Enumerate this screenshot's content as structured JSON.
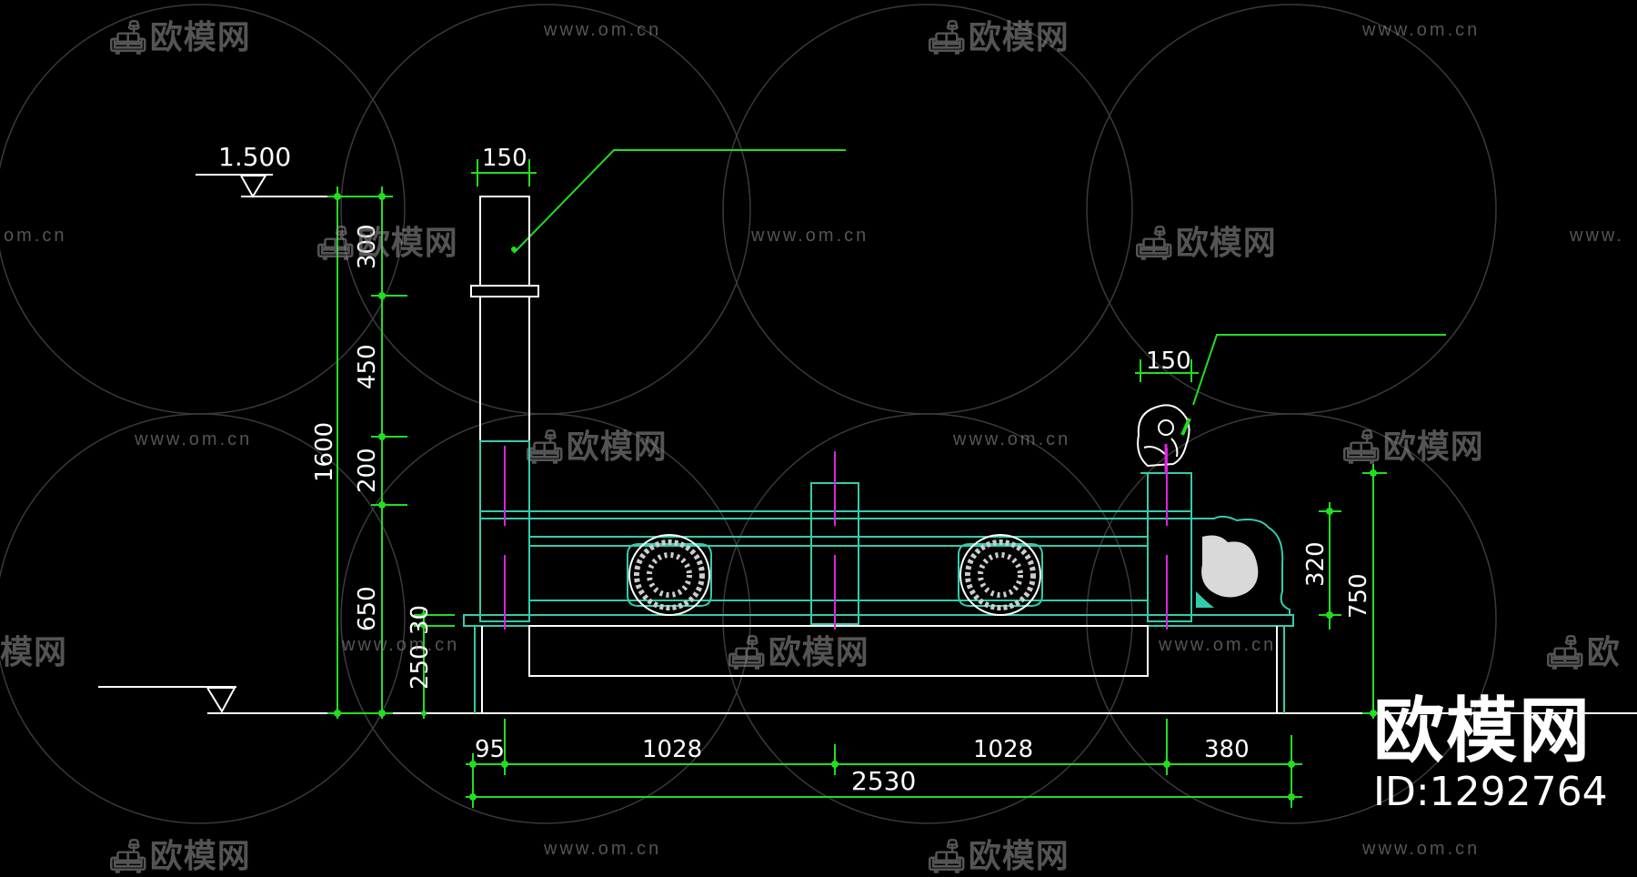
{
  "watermark": {
    "brand": "欧模网",
    "url": "www.om.cn",
    "url_left_cut": "om.cn",
    "url_right_cut": "www.",
    "brand_cut": "模网",
    "brand_right_cut": "欧"
  },
  "corner": {
    "brand": "欧模网",
    "id": "ID:1292764"
  },
  "drawing": {
    "level_mark": "1.500",
    "top_width": "150",
    "right_top_width": "150",
    "left_dims": [
      "300",
      "450",
      "200",
      "650"
    ],
    "total_height": "1600",
    "base_dims": [
      "30",
      "250"
    ],
    "right_dims": [
      "320",
      "750"
    ],
    "bottom_dims": [
      "95",
      "1028",
      "1028",
      "380"
    ],
    "total_width": "2530"
  },
  "colors": {
    "background": "#000000",
    "dimension": "#22dd22",
    "outline": "#33ccaa",
    "center": "#dd22dd",
    "ground": "#ffffff"
  }
}
